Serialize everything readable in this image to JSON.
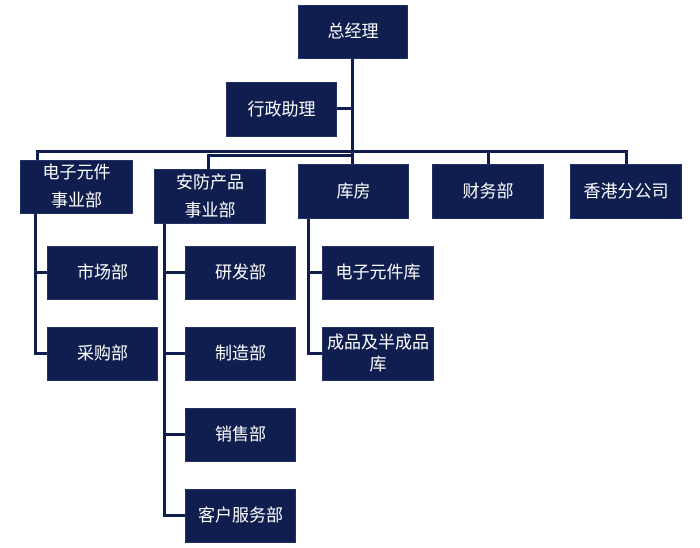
{
  "org_chart": {
    "gm": "总经理",
    "assistant": "行政助理",
    "divisions": {
      "electronics": {
        "line1": "电子元件",
        "line2": "事业部"
      },
      "security": {
        "line1": "安防产品",
        "line2": "事业部"
      },
      "warehouse": "库房",
      "finance": "财务部",
      "hk": "香港分公司"
    },
    "electronics_depts": [
      "市场部",
      "采购部"
    ],
    "security_depts": [
      "研发部",
      "制造部",
      "销售部",
      "客户服务部"
    ],
    "warehouse_depts": [
      "电子元件库",
      "成品及半成品库"
    ]
  },
  "colors": {
    "box_fill": "#0f1d4f",
    "text": "#ffffff",
    "connector": "#0f1d4f"
  }
}
